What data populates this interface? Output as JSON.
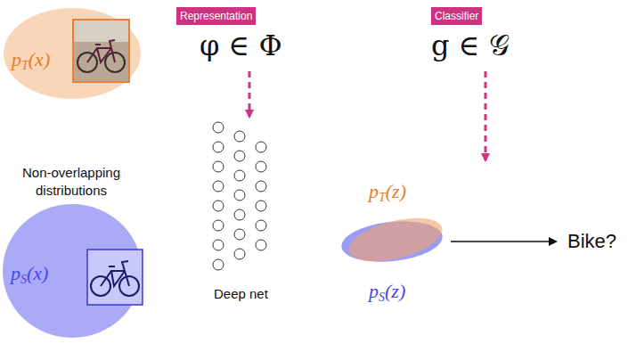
{
  "diagram": {
    "nodes": [
      {
        "text": [
          "Representation",
          "φ ∈ Φ"
        ]
      },
      {
        "text": [
          "Classifier",
          "g ∈ 𝒢"
        ]
      },
      {
        "text": [
          "pT(x)"
        ]
      },
      {
        "text": [
          "pS(x)"
        ]
      },
      {
        "text": [
          "Deep net"
        ]
      },
      {
        "text": [
          "pT(z)",
          "pS(z)"
        ]
      }
    ],
    "edges": [
      {
        "from": 0,
        "to": 4,
        "arrow": "to"
      }
    ],
    "labels": [
      "Non-overlapping distributions",
      "Bike?"
    ]
  }
}
